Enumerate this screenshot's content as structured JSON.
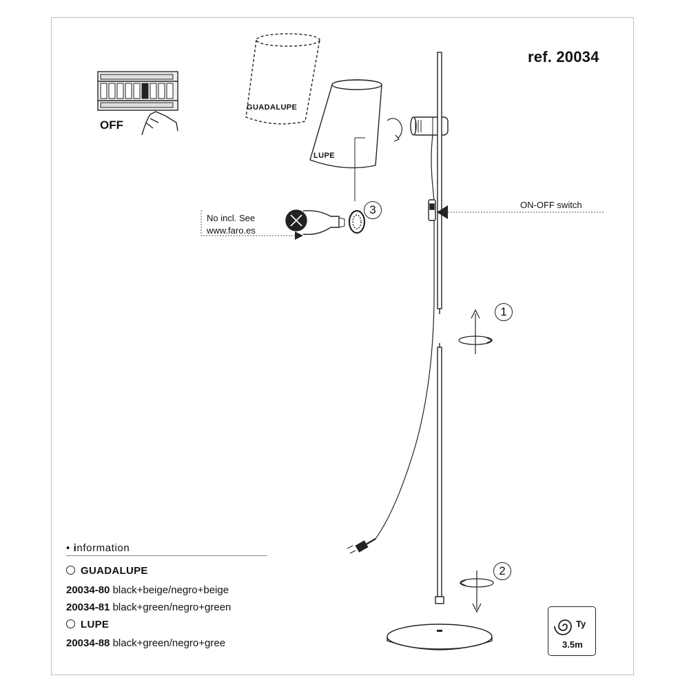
{
  "header": {
    "ref": "ref. 20034"
  },
  "power": {
    "off_label": "OFF",
    "icon": "breaker-panel-icon"
  },
  "shades": {
    "guadalupe_label": "GUADALUPE",
    "lupe_label": "LUPE"
  },
  "bulb": {
    "note_line1": "No incl. See",
    "note_line2": "www.faro.es",
    "icon": "bulb-crossed-icon"
  },
  "switch": {
    "label": "ON-OFF switch"
  },
  "steps": {
    "step1": "1",
    "step2": "2",
    "step3": "3"
  },
  "information": {
    "bullet": "•",
    "heading_initial": "i",
    "heading_rest": "nformation",
    "groups": [
      {
        "name": "GUADALUPE",
        "items": [
          {
            "code": "20034-80",
            "desc": "black+beige/negro+beige"
          },
          {
            "code": "20034-81",
            "desc": "black+green/negro+green"
          }
        ]
      },
      {
        "name": "LUPE",
        "items": [
          {
            "code": "20034-88",
            "desc": "black+green/negro+gree"
          }
        ]
      }
    ]
  },
  "cable": {
    "type": "Ty",
    "length": "3.5m",
    "icon": "coiled-cable-icon"
  },
  "colors": {
    "line": "#222222",
    "frame": "#bdbdbd",
    "dashed": "#555555"
  }
}
